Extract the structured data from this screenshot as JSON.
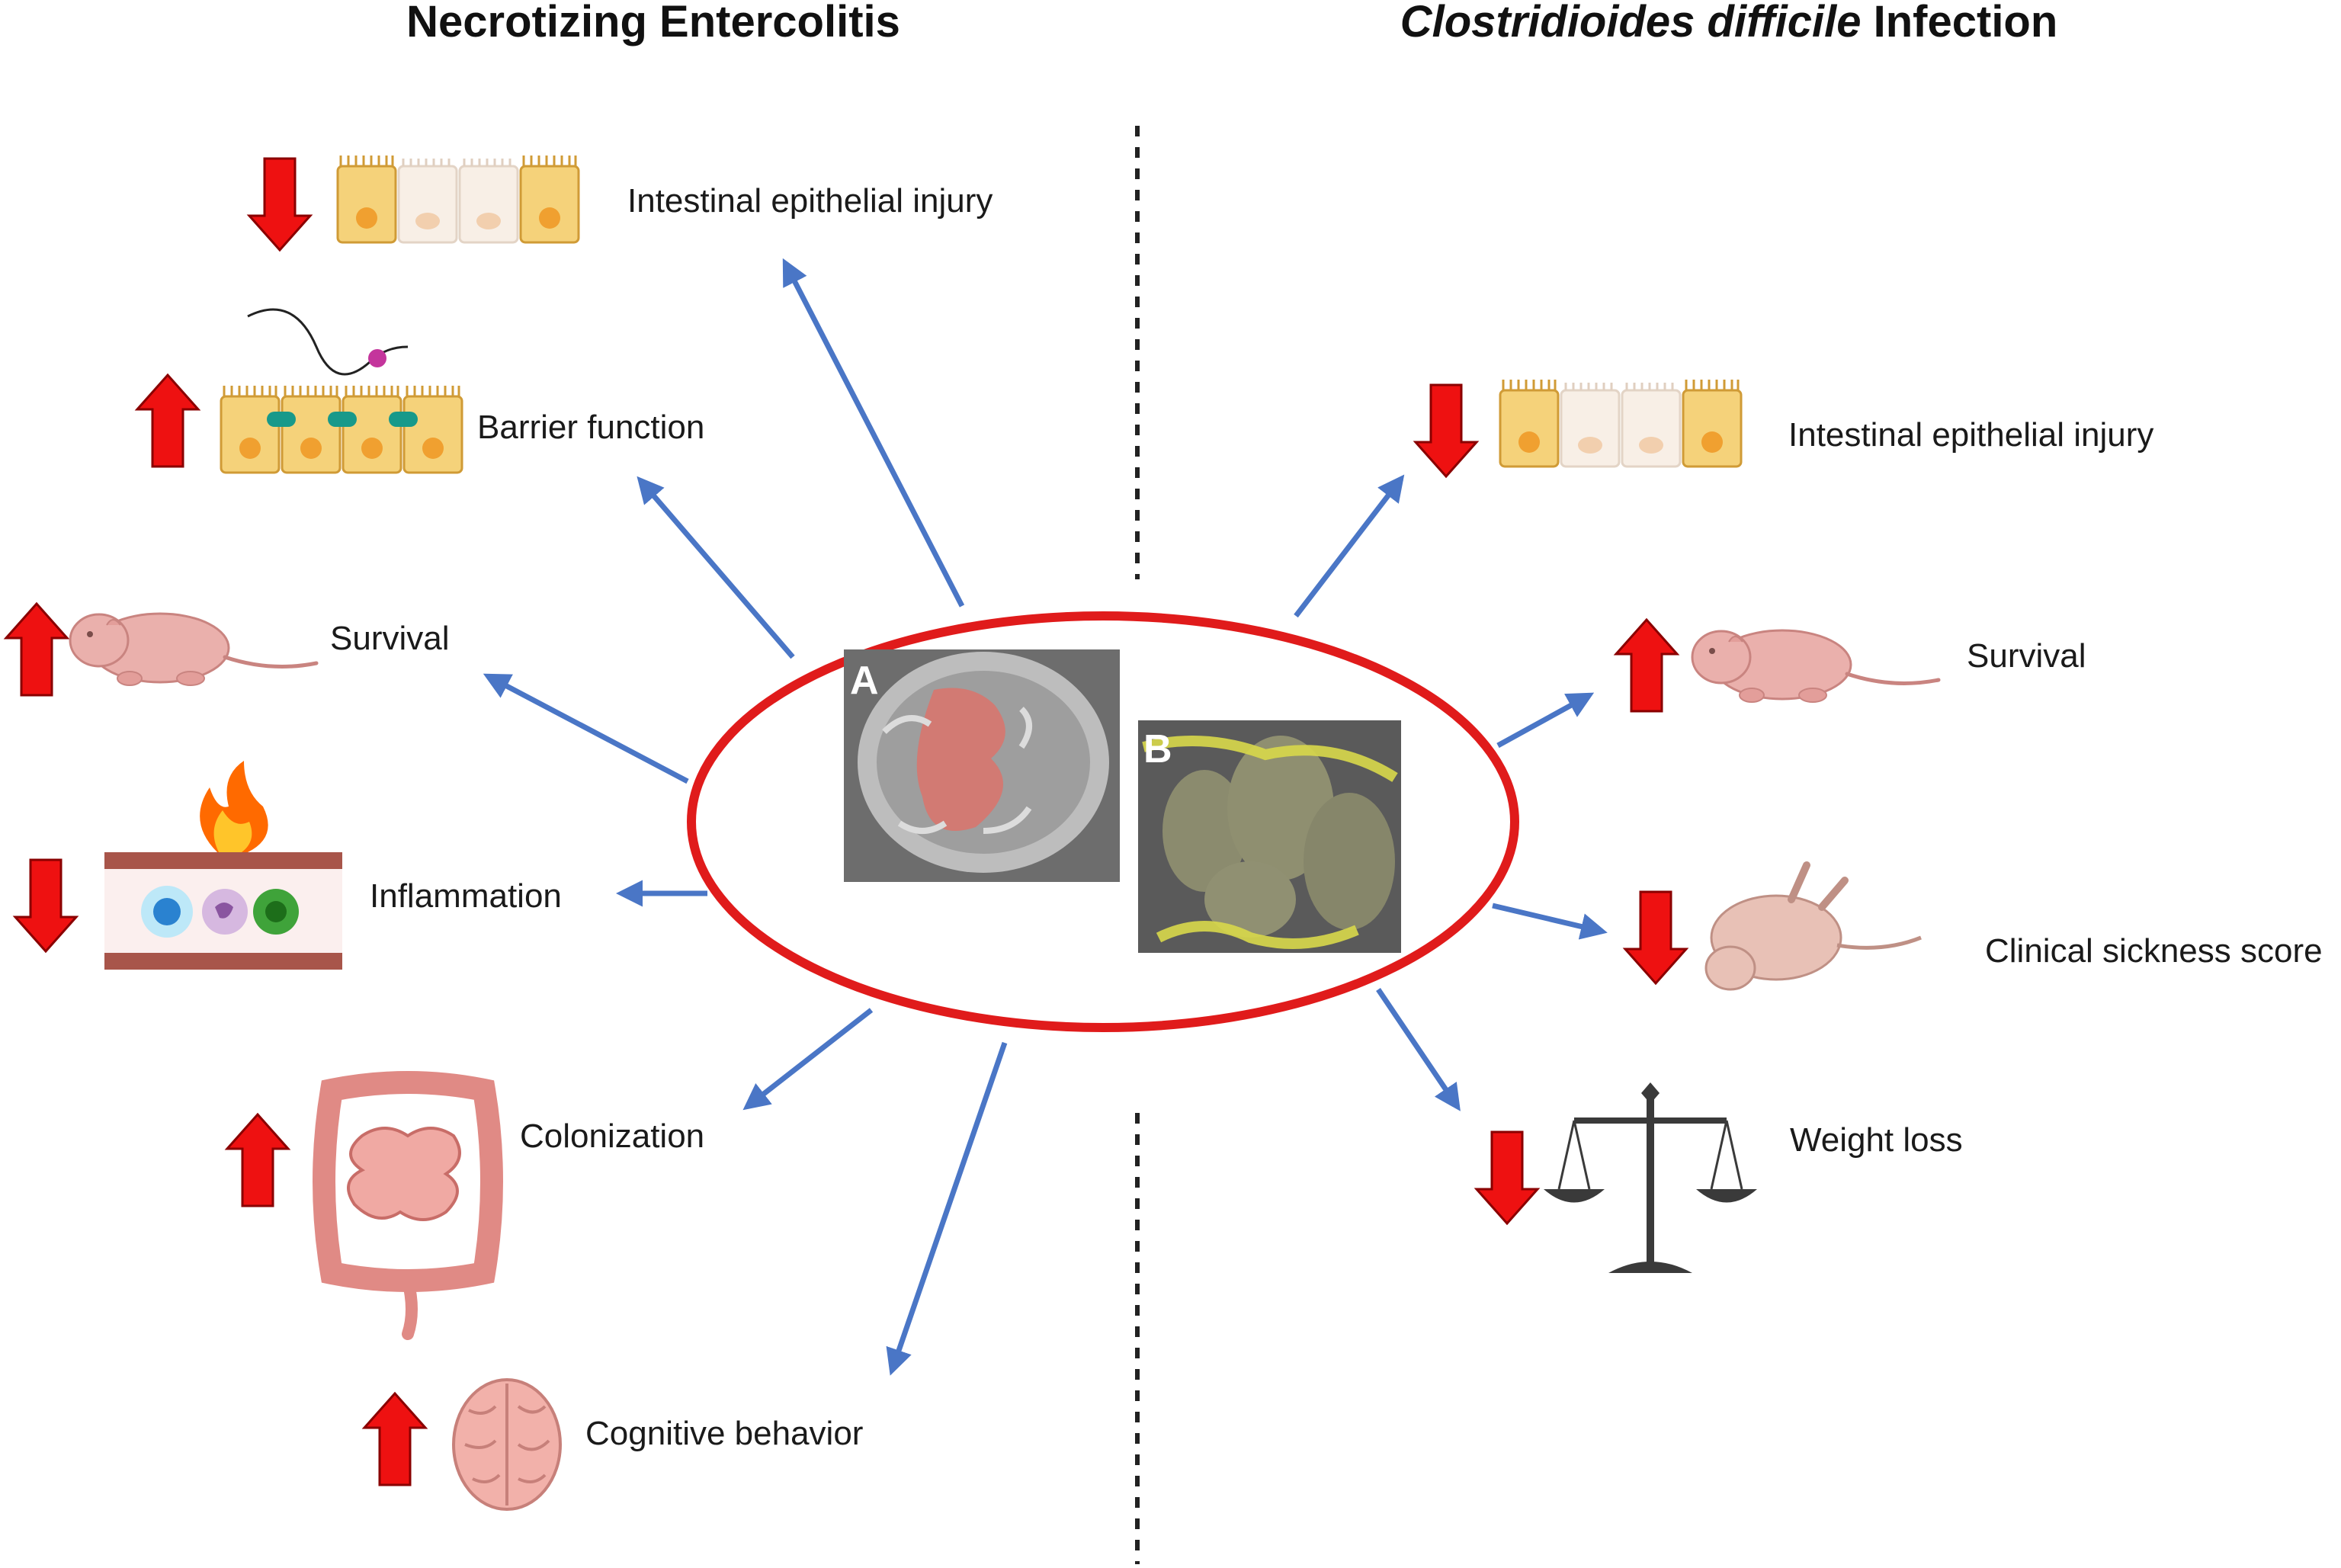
{
  "headings": {
    "nec": "Necrotizing Entercolitis",
    "cdi_italic": "Clostridioides difficile",
    "cdi_rest": " Infection"
  },
  "panels": {
    "a": "A",
    "b": "B"
  },
  "left_outcomes": [
    {
      "label": "Intestinal epithelial injury",
      "direction": "down",
      "icon": "epithelium-injury-icon"
    },
    {
      "label": "Barrier function",
      "direction": "up",
      "icon": "barrier-epithelium-icon"
    },
    {
      "label": "Survival",
      "direction": "up",
      "icon": "mouse-pup-icon"
    },
    {
      "label": "Inflammation",
      "direction": "down",
      "icon": "inflamed-vessel-icon"
    },
    {
      "label": "Colonization",
      "direction": "up",
      "icon": "intestine-icon"
    },
    {
      "label": "Cognitive behavior",
      "direction": "up",
      "icon": "brain-icon"
    }
  ],
  "right_outcomes": [
    {
      "label": "Intestinal epithelial injury",
      "direction": "down",
      "icon": "epithelium-injury-icon"
    },
    {
      "label": "Survival",
      "direction": "up",
      "icon": "mouse-pup-icon"
    },
    {
      "label": "Clinical sickness score",
      "direction": "down",
      "icon": "sick-mouse-icon"
    },
    {
      "label": "Weight loss",
      "direction": "down",
      "icon": "balance-scale-icon"
    }
  ],
  "colors": {
    "indicator_red": "#ee1111",
    "connector_blue": "#4a76c6",
    "ellipse_red": "#e01b1b",
    "cell_yellow": "#f5d27a",
    "tissue_pink": "#e8a3a0"
  }
}
